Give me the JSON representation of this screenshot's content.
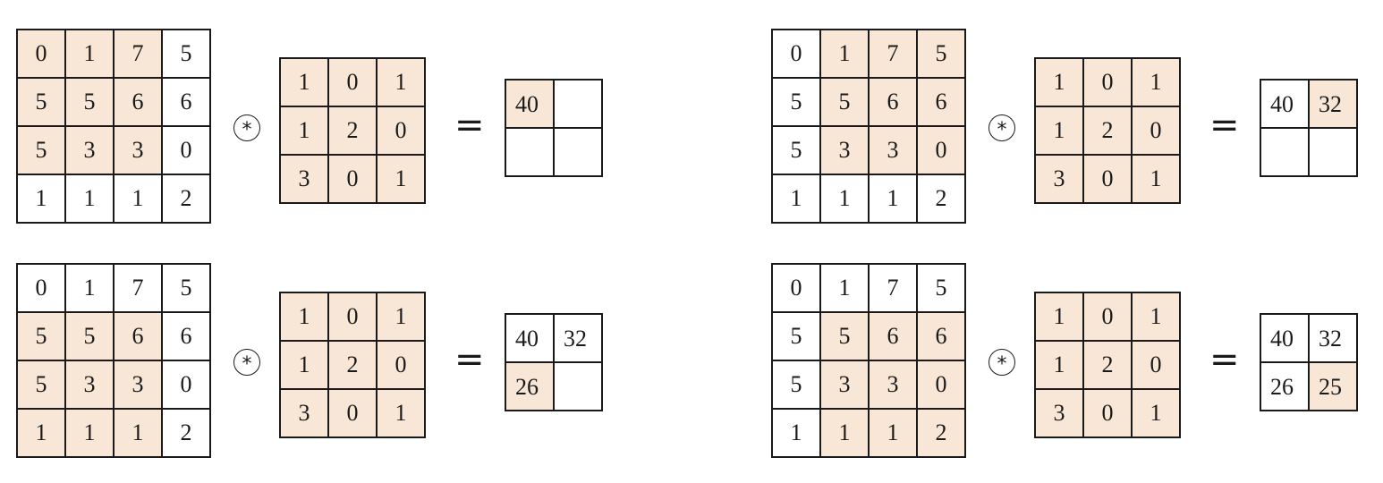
{
  "operator_symbol": "*",
  "equals_symbol": "=",
  "highlight_color": "#f8e6d6",
  "panels": [
    {
      "input": [
        [
          "0",
          "1",
          "7",
          "5"
        ],
        [
          "5",
          "5",
          "6",
          "6"
        ],
        [
          "5",
          "3",
          "3",
          "0"
        ],
        [
          "1",
          "1",
          "1",
          "2"
        ]
      ],
      "input_highlight": [
        [
          1,
          1,
          1,
          0
        ],
        [
          1,
          1,
          1,
          0
        ],
        [
          1,
          1,
          1,
          0
        ],
        [
          0,
          0,
          0,
          0
        ]
      ],
      "kernel": [
        [
          "1",
          "0",
          "1"
        ],
        [
          "1",
          "2",
          "0"
        ],
        [
          "3",
          "0",
          "1"
        ]
      ],
      "output": [
        [
          "40",
          ""
        ],
        [
          "",
          ""
        ]
      ],
      "output_highlight": [
        [
          1,
          0
        ],
        [
          0,
          0
        ]
      ]
    },
    {
      "input": [
        [
          "0",
          "1",
          "7",
          "5"
        ],
        [
          "5",
          "5",
          "6",
          "6"
        ],
        [
          "5",
          "3",
          "3",
          "0"
        ],
        [
          "1",
          "1",
          "1",
          "2"
        ]
      ],
      "input_highlight": [
        [
          0,
          1,
          1,
          1
        ],
        [
          0,
          1,
          1,
          1
        ],
        [
          0,
          1,
          1,
          1
        ],
        [
          0,
          0,
          0,
          0
        ]
      ],
      "kernel": [
        [
          "1",
          "0",
          "1"
        ],
        [
          "1",
          "2",
          "0"
        ],
        [
          "3",
          "0",
          "1"
        ]
      ],
      "output": [
        [
          "40",
          "32"
        ],
        [
          "",
          ""
        ]
      ],
      "output_highlight": [
        [
          0,
          1
        ],
        [
          0,
          0
        ]
      ]
    },
    {
      "input": [
        [
          "0",
          "1",
          "7",
          "5"
        ],
        [
          "5",
          "5",
          "6",
          "6"
        ],
        [
          "5",
          "3",
          "3",
          "0"
        ],
        [
          "1",
          "1",
          "1",
          "2"
        ]
      ],
      "input_highlight": [
        [
          0,
          0,
          0,
          0
        ],
        [
          1,
          1,
          1,
          0
        ],
        [
          1,
          1,
          1,
          0
        ],
        [
          1,
          1,
          1,
          0
        ]
      ],
      "kernel": [
        [
          "1",
          "0",
          "1"
        ],
        [
          "1",
          "2",
          "0"
        ],
        [
          "3",
          "0",
          "1"
        ]
      ],
      "output": [
        [
          "40",
          "32"
        ],
        [
          "26",
          ""
        ]
      ],
      "output_highlight": [
        [
          0,
          0
        ],
        [
          1,
          0
        ]
      ]
    },
    {
      "input": [
        [
          "0",
          "1",
          "7",
          "5"
        ],
        [
          "5",
          "5",
          "6",
          "6"
        ],
        [
          "5",
          "3",
          "3",
          "0"
        ],
        [
          "1",
          "1",
          "1",
          "2"
        ]
      ],
      "input_highlight": [
        [
          0,
          0,
          0,
          0
        ],
        [
          0,
          1,
          1,
          1
        ],
        [
          0,
          1,
          1,
          1
        ],
        [
          0,
          1,
          1,
          1
        ]
      ],
      "kernel": [
        [
          "1",
          "0",
          "1"
        ],
        [
          "1",
          "2",
          "0"
        ],
        [
          "3",
          "0",
          "1"
        ]
      ],
      "output": [
        [
          "40",
          "32"
        ],
        [
          "26",
          "25"
        ]
      ],
      "output_highlight": [
        [
          0,
          0
        ],
        [
          0,
          1
        ]
      ]
    }
  ]
}
